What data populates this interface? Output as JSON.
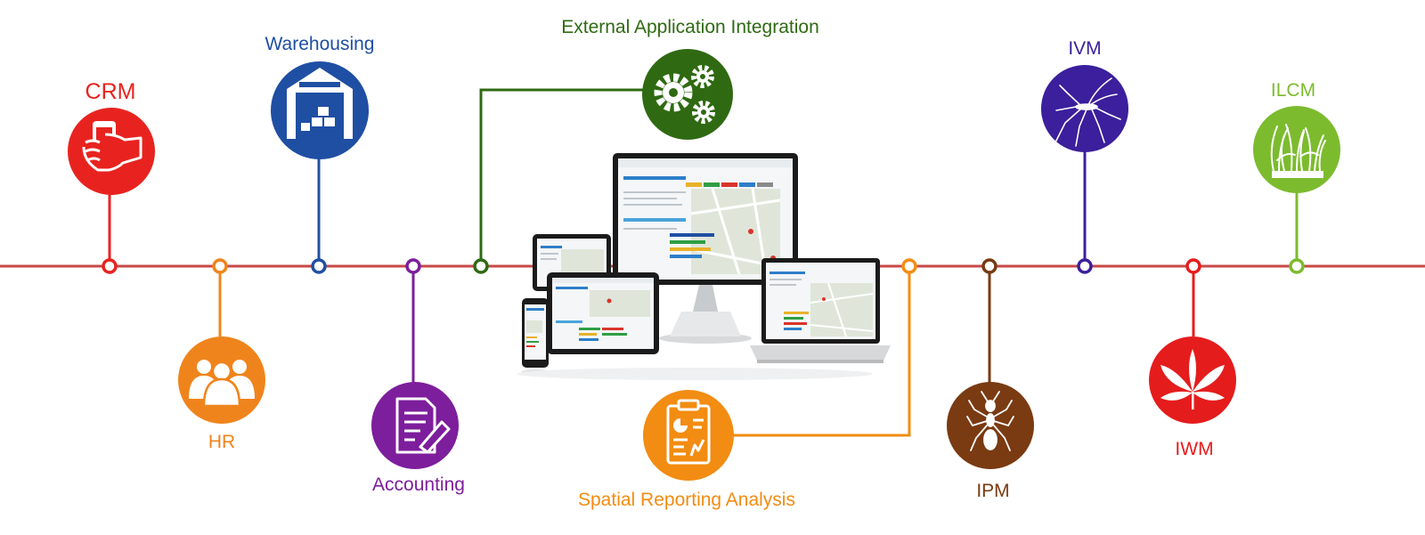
{
  "colors": {
    "timeline": "#c84848",
    "crm": "#e8231f",
    "hr": "#f0841c",
    "warehousing": "#1f4fa3",
    "accounting": "#7d1e9c",
    "external": "#2f6a12",
    "spatial": "#f28c12",
    "ipm": "#7a3a12",
    "ivm": "#3b1f9c",
    "iwm": "#e51c1c",
    "ilcm": "#7cbb2e"
  },
  "nodes": {
    "crm": {
      "label": "CRM",
      "icon": "hand-phone-icon"
    },
    "hr": {
      "label": "HR",
      "icon": "people-group-icon"
    },
    "warehousing": {
      "label": "Warehousing",
      "icon": "warehouse-icon"
    },
    "accounting": {
      "label": "Accounting",
      "icon": "document-pen-icon"
    },
    "external": {
      "label": "External Application Integration",
      "icon": "gears-icon"
    },
    "spatial": {
      "label": "Spatial Reporting Analysis",
      "icon": "clipboard-chart-icon"
    },
    "ipm": {
      "label": "IPM",
      "icon": "ant-icon"
    },
    "ivm": {
      "label": "IVM",
      "icon": "mosquito-icon"
    },
    "iwm": {
      "label": "IWM",
      "icon": "cannabis-leaf-icon"
    },
    "ilcm": {
      "label": "ILCM",
      "icon": "grass-icon"
    }
  },
  "center": {
    "icon": "devices-icon"
  }
}
